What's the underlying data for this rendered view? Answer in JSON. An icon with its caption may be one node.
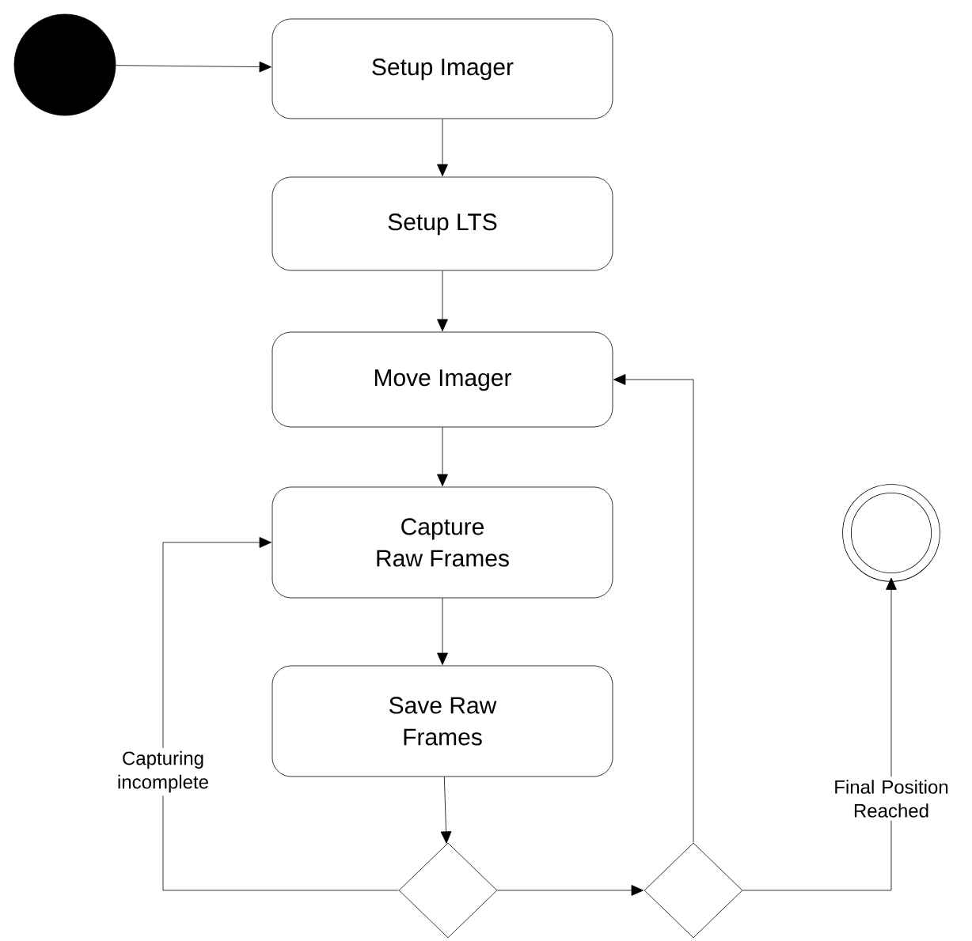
{
  "diagram": {
    "nodes": [
      {
        "text": [],
        "shape": "circle"
      },
      {
        "text": [
          "Setup Imager"
        ]
      },
      {
        "text": [
          "Setup LTS"
        ]
      },
      {
        "text": [
          "Move Imager"
        ]
      },
      {
        "text": [
          "Capture Raw Frames"
        ]
      },
      {
        "text": [
          "Save Raw Frames"
        ]
      },
      {
        "text": [],
        "shape": "diamond"
      },
      {
        "text": [],
        "shape": "diamond"
      },
      {
        "text": [],
        "shape": "circle"
      }
    ],
    "edges": [
      {
        "from": 0,
        "to": 1,
        "arrow": "to"
      },
      {
        "from": 1,
        "to": 2,
        "arrow": "to"
      },
      {
        "from": 2,
        "to": 3,
        "arrow": "to"
      },
      {
        "from": 3,
        "to": 4,
        "arrow": "to"
      },
      {
        "from": 4,
        "to": 5,
        "arrow": "to"
      },
      {
        "from": 5,
        "to": 6,
        "arrow": "to"
      },
      {
        "from": 6,
        "to": 7,
        "arrow": "to"
      },
      {
        "from": 6,
        "to": 4,
        "arrow": "to",
        "label": "Capturing incomplete"
      },
      {
        "from": 7,
        "to": 3,
        "arrow": "to"
      },
      {
        "from": 7,
        "to": 8,
        "arrow": "to",
        "label": "Final Position Reached"
      }
    ]
  }
}
